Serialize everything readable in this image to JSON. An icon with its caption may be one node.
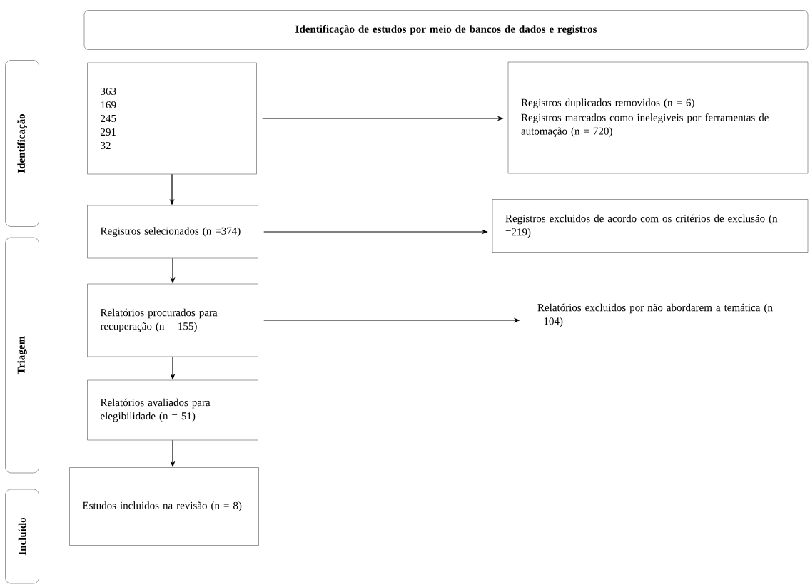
{
  "diagram": {
    "nodes": [
      {
        "text": [
          "Identificação de estudos por meio de bancos de dados e registros"
        ]
      },
      {
        "text": [
          "Identificação"
        ]
      },
      {
        "text": [
          "Triagem"
        ]
      },
      {
        "text": [
          "Incluído"
        ]
      },
      {
        "text": [
          "363",
          "169",
          "245",
          "291",
          "32"
        ]
      },
      {
        "text": [
          "Registros duplicados removidos (n = 6)",
          "Registros marcados como inelegiveis por ferramentas de automação (n = 720)"
        ]
      },
      {
        "text": [
          "Registros selecionados (n =374)"
        ]
      },
      {
        "text": [
          "Registros excluidos de acordo com os critérios de exclusão (n =219)"
        ]
      },
      {
        "text": [
          "Relatórios procurados para recuperação (n = 155)"
        ]
      },
      {
        "text": [
          "Relatórios excluidos por não abordarem a temática (n =104)"
        ]
      },
      {
        "text": [
          "Relatórios avaliados para elegibilidade (n = 51)"
        ]
      },
      {
        "text": [
          "Estudos incluidos na revisão (n = 8)"
        ]
      }
    ],
    "edges": [
      {
        "from": 4,
        "to": 5,
        "arrow": "to"
      },
      {
        "from": 4,
        "to": 6,
        "arrow": "to"
      },
      {
        "from": 6,
        "to": 7,
        "arrow": "to"
      },
      {
        "from": 6,
        "to": 8,
        "arrow": "to"
      },
      {
        "from": 8,
        "to": 9,
        "arrow": "to"
      },
      {
        "from": 8,
        "to": 10,
        "arrow": "to"
      },
      {
        "from": 10,
        "to": 11,
        "arrow": "to"
      }
    ]
  }
}
